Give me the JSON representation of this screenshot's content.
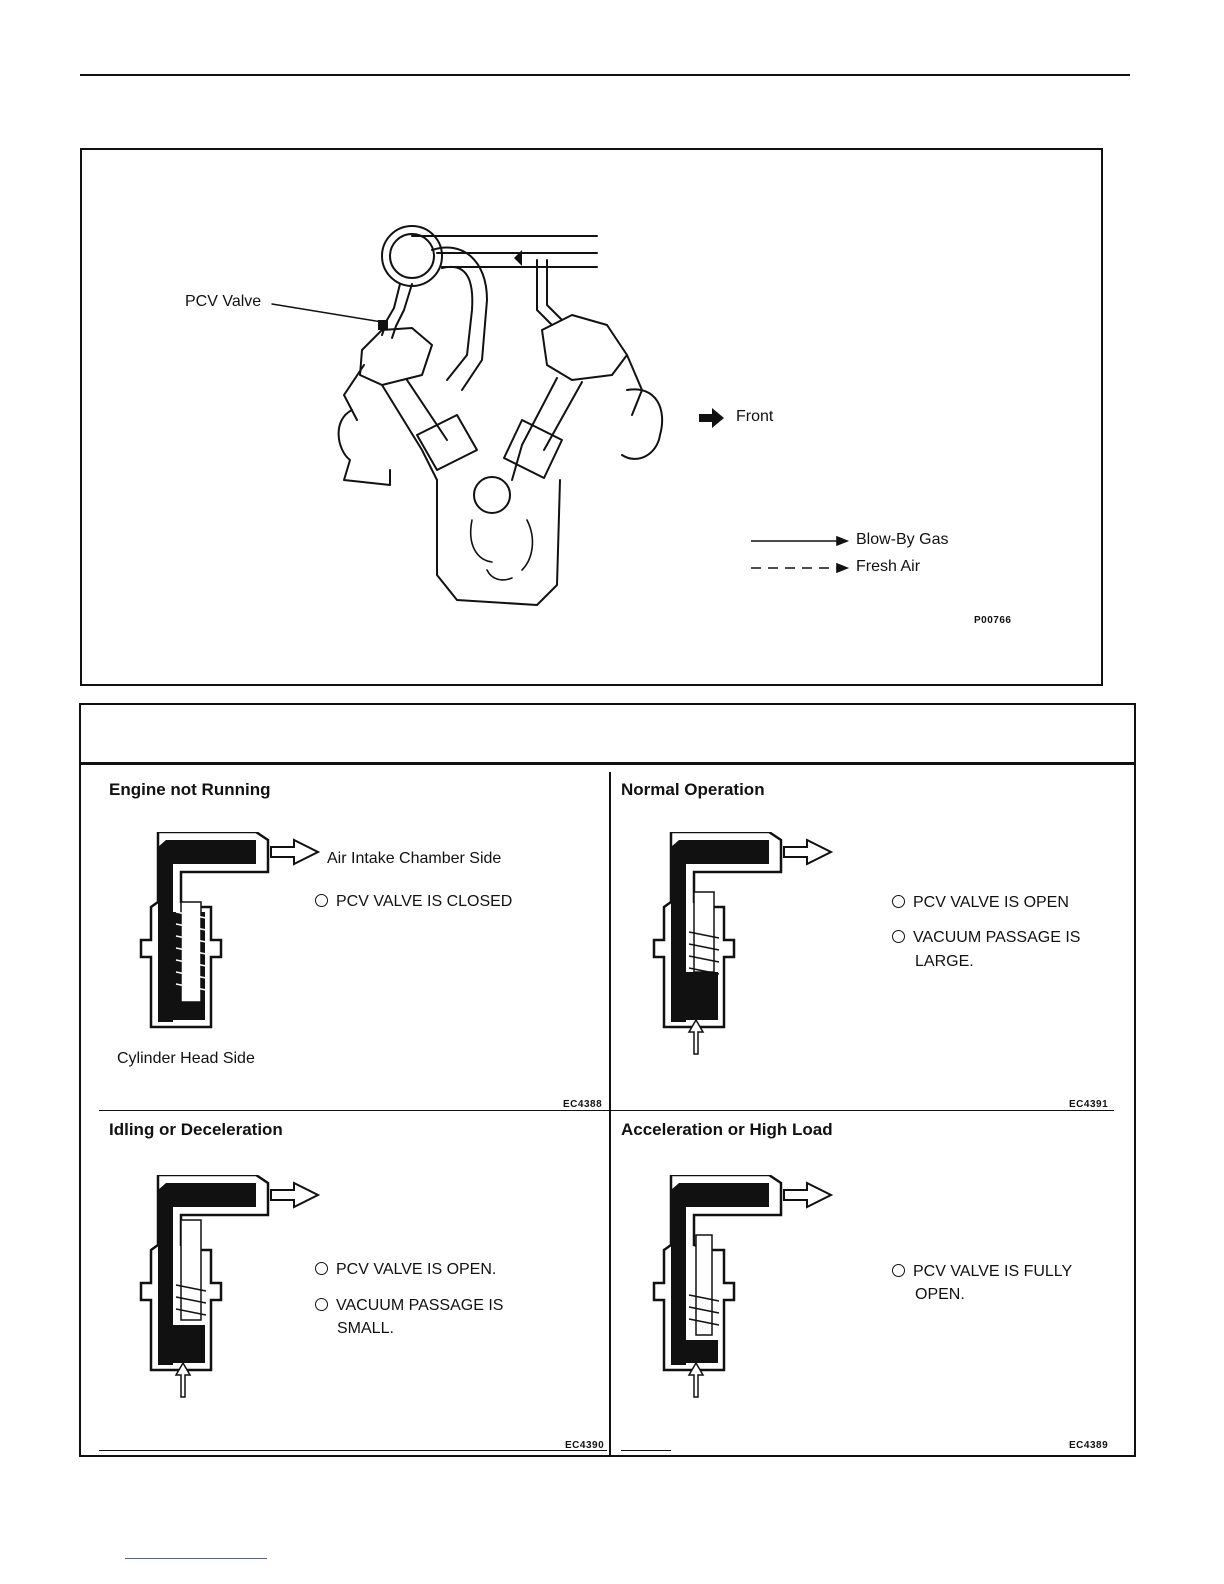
{
  "figure1": {
    "pcv_label": "PCV Valve",
    "front_label": "Front",
    "legend": {
      "blow_by": "Blow-By Gas",
      "fresh_air": "Fresh Air"
    },
    "code": "P00766"
  },
  "figure2": {
    "panels": [
      {
        "title": "Engine not Running",
        "notes": [
          "PCV VALVE IS CLOSED"
        ],
        "top_label": "Air Intake Chamber Side",
        "bottom_label": "Cylinder Head Side",
        "code": "EC4388"
      },
      {
        "title": "Normal Operation",
        "notes": [
          "PCV VALVE IS OPEN",
          "VACUUM PASSAGE IS",
          "LARGE."
        ],
        "code": "EC4391"
      },
      {
        "title": "Idling or Deceleration",
        "notes": [
          "PCV VALVE IS OPEN.",
          "VACUUM PASSAGE IS",
          "SMALL."
        ],
        "code": "EC4390"
      },
      {
        "title": "Acceleration or High Load",
        "notes": [
          "PCV VALVE IS FULLY",
          "OPEN."
        ],
        "code": "EC4389"
      }
    ]
  }
}
